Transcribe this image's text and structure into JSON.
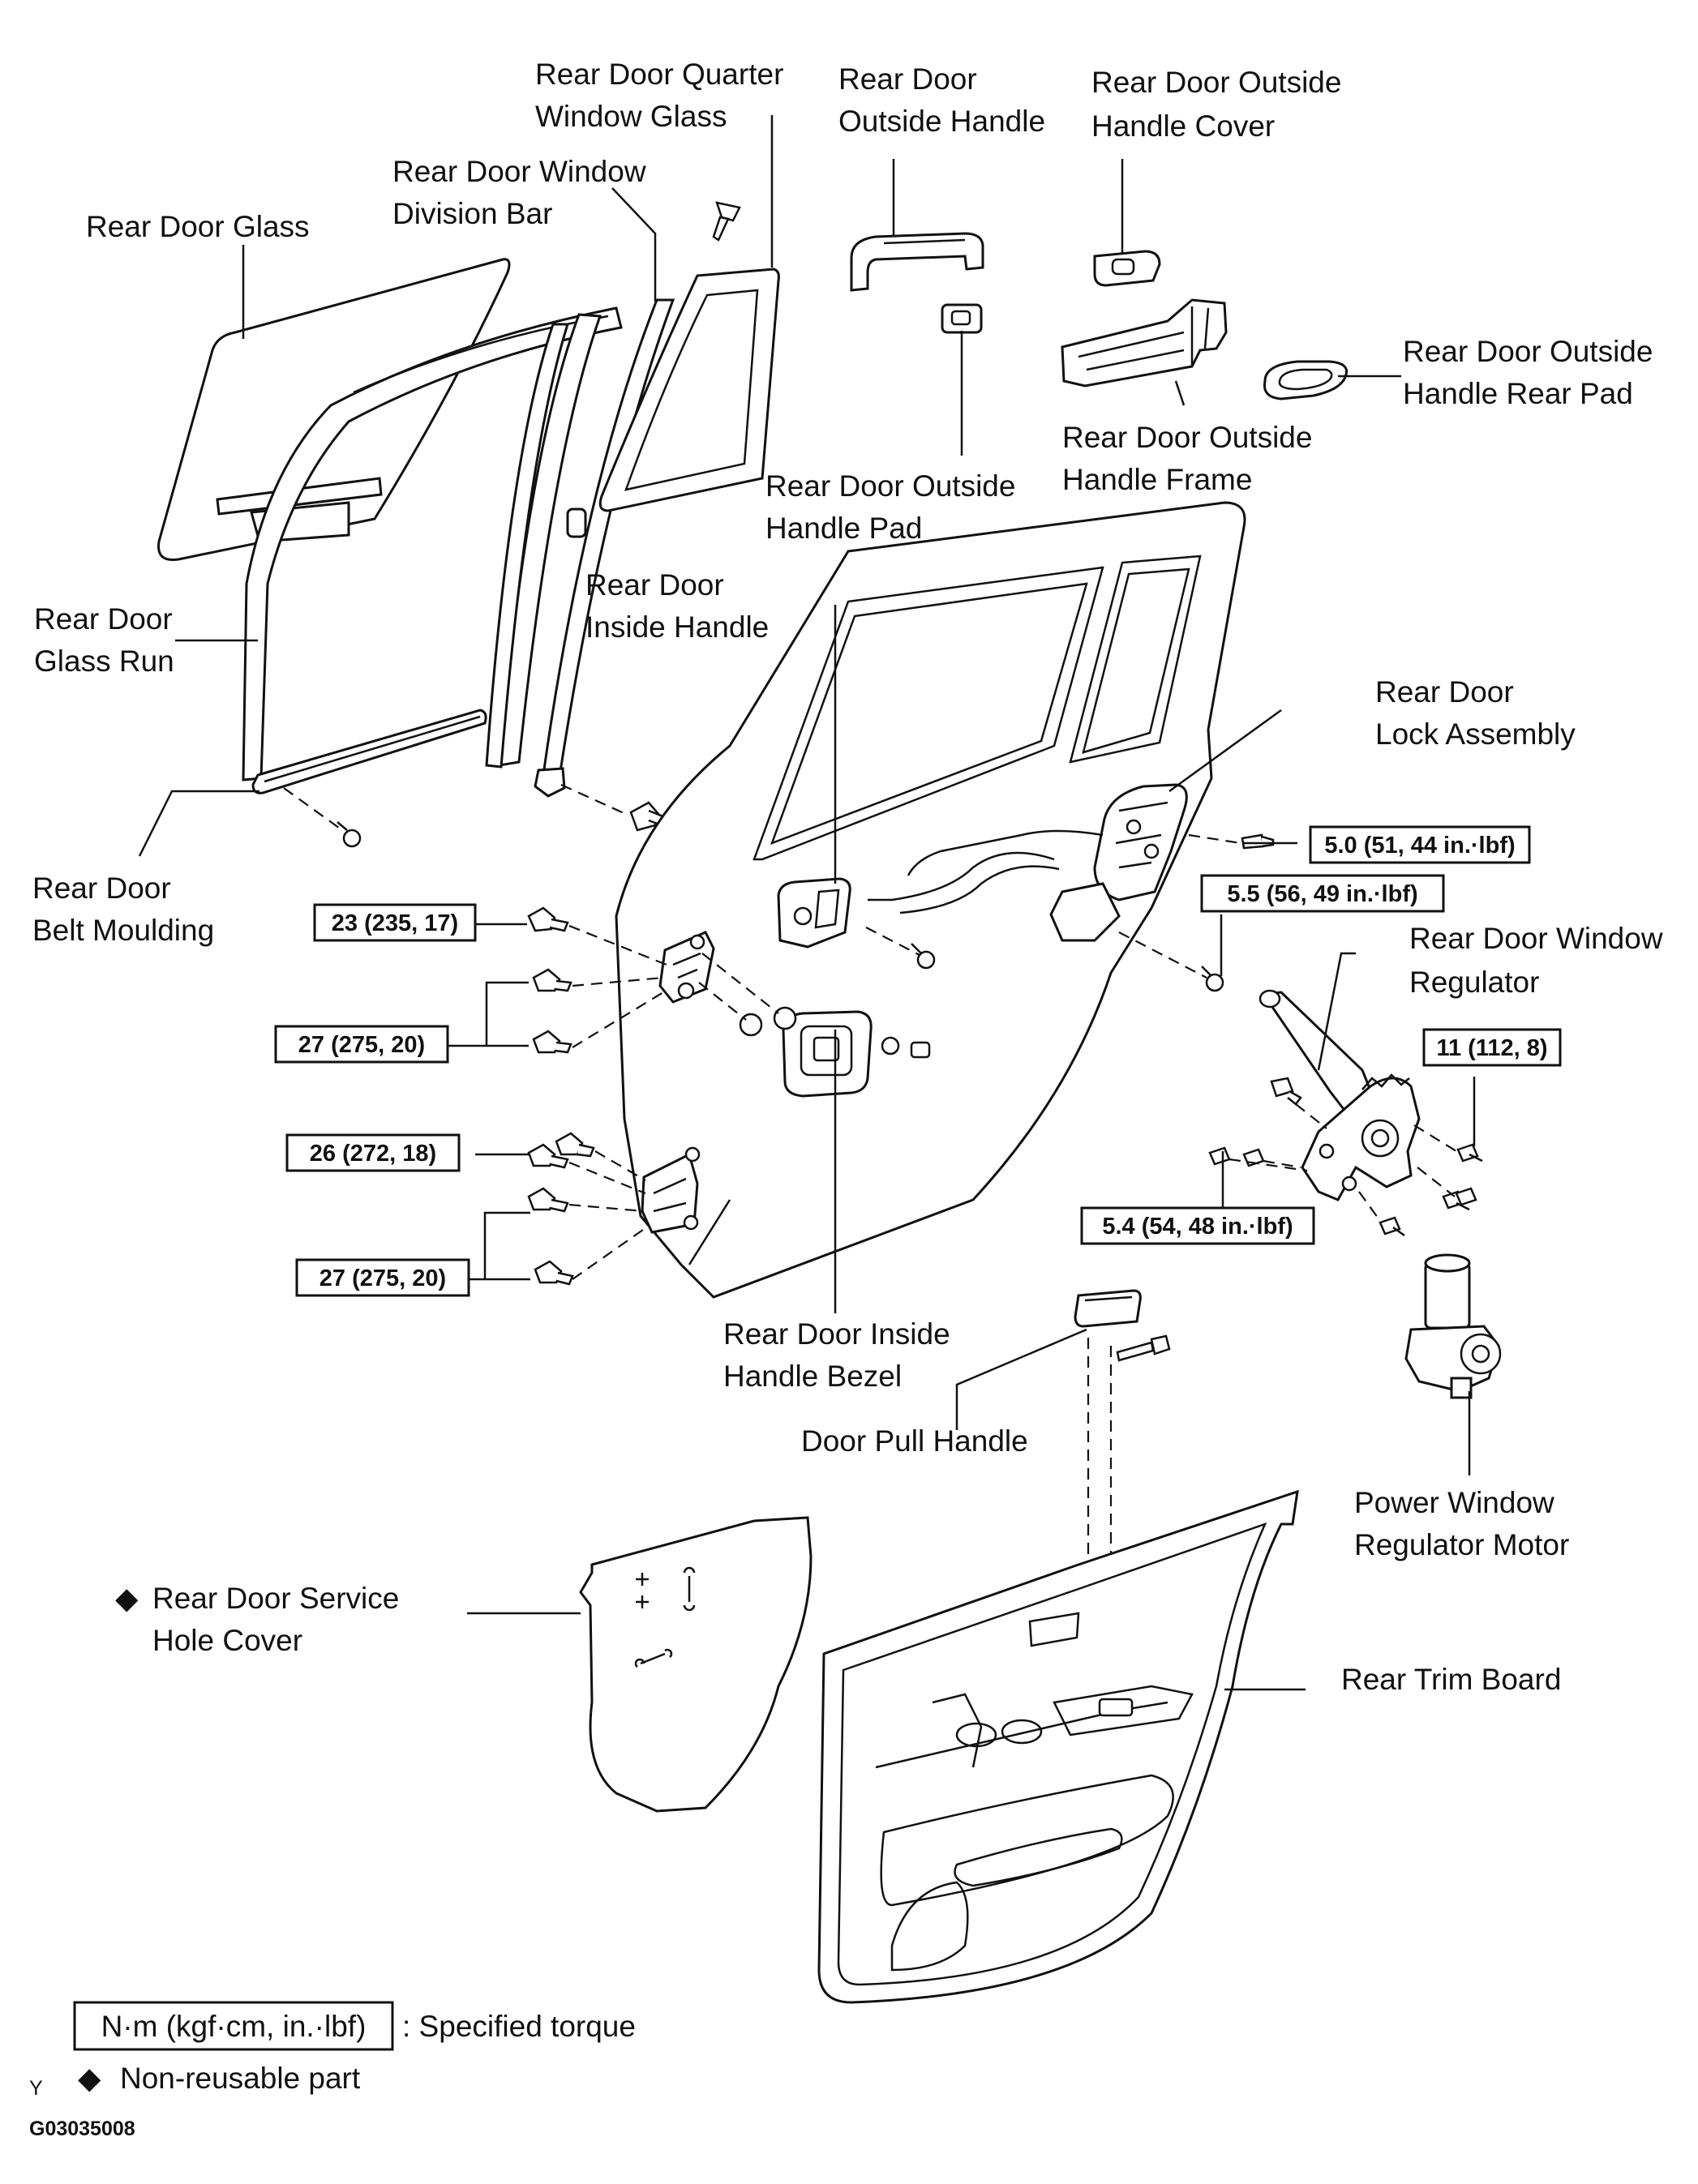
{
  "labels": {
    "quarter_glass": [
      "Rear Door Quarter",
      "Window Glass"
    ],
    "outside_handle": [
      "Rear Door",
      "Outside Handle"
    ],
    "outside_handle_cover": [
      "Rear Door Outside",
      "Handle Cover"
    ],
    "division_bar": [
      "Rear Door Window",
      "Division Bar"
    ],
    "door_glass": [
      "Rear Door Glass"
    ],
    "outside_handle_rear_pad": [
      "Rear Door Outside",
      "Handle Rear Pad"
    ],
    "outside_handle_frame": [
      "Rear Door Outside",
      "Handle Frame"
    ],
    "outside_handle_pad": [
      "Rear Door Outside",
      "Handle Pad"
    ],
    "inside_handle": [
      "Rear Door",
      "Inside Handle"
    ],
    "glass_run": [
      "Rear Door",
      "Glass Run"
    ],
    "lock_assembly": [
      "Rear Door",
      "Lock Assembly"
    ],
    "belt_moulding": [
      "Rear Door",
      "Belt Moulding"
    ],
    "window_regulator": [
      "Rear Door Window",
      "Regulator"
    ],
    "inside_handle_bezel": [
      "Rear Door Inside",
      "Handle Bezel"
    ],
    "door_pull_handle": [
      "Door Pull Handle"
    ],
    "regulator_motor": [
      "Power Window",
      "Regulator Motor"
    ],
    "service_hole_cover": [
      "Rear Door Service",
      "Hole Cover"
    ],
    "trim_board": [
      "Rear Trim Board"
    ]
  },
  "torques": {
    "lock": "5.0 (51, 44 in.·lbf)",
    "lock_lower": "5.5 (56, 49 in.·lbf)",
    "hinge_upper_1": "23 (235, 17)",
    "hinge_upper_2": "27 (275, 20)",
    "regulator_right": "11 (112, 8)",
    "hinge_lower_1": "26 (272, 18)",
    "regulator_lower": "5.4 (54, 48 in.·lbf)",
    "hinge_lower_2": "27 (275, 20)"
  },
  "legend": {
    "torque_unit": "N·m (kgf·cm, in.·lbf)",
    "torque_desc": ": Specified torque",
    "nonreusable_symbol": "◆",
    "nonreusable_desc": "Non-reusable part"
  },
  "footer": {
    "mark": "Y",
    "code": "G03035008"
  }
}
